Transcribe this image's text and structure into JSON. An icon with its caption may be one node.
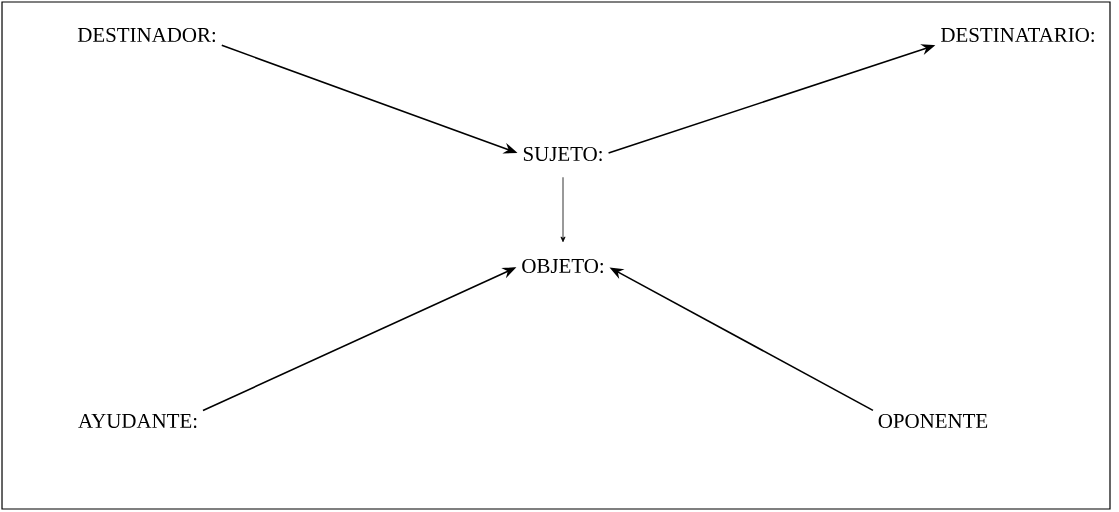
{
  "diagram": {
    "nodes": [
      {
        "text": [
          "DESTINADOR:"
        ]
      },
      {
        "text": [
          "DESTINATARIO:"
        ]
      },
      {
        "text": [
          "SUJETO:"
        ]
      },
      {
        "text": [
          "OBJETO:"
        ]
      },
      {
        "text": [
          "AYUDANTE:"
        ]
      },
      {
        "text": [
          "OPONENTE"
        ]
      }
    ],
    "edges": [
      {
        "from": 0,
        "to": 2,
        "arrow": "to"
      },
      {
        "from": 2,
        "to": 1,
        "arrow": "to"
      },
      {
        "from": 2,
        "to": 3,
        "arrow": "to"
      },
      {
        "from": 4,
        "to": 3,
        "arrow": "to"
      },
      {
        "from": 5,
        "to": 3,
        "arrow": "to"
      }
    ]
  }
}
